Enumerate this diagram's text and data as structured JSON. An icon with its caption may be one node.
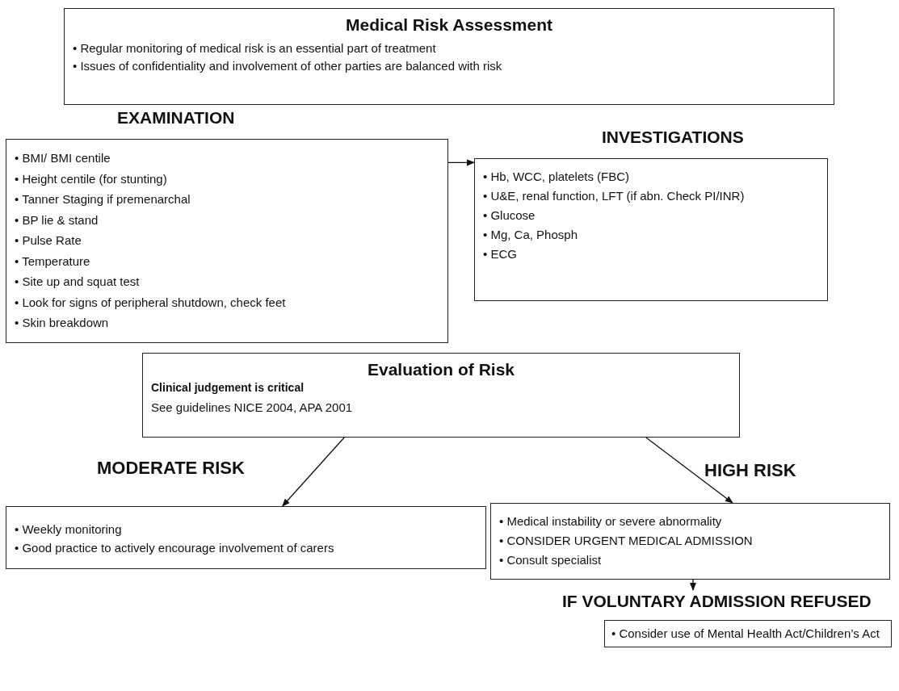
{
  "diagram": {
    "nodes": [
      {
        "text": [
          "Medical Risk Assessment",
          "• Regular monitoring of medical risk is an essential part of treatment",
          "• Issues of confidentiality and involvement of other parties are balanced with risk"
        ]
      },
      {
        "text": [
          "EXAMINATION",
          "• BMI/ BMI centile",
          "• Height centile (for stunting)",
          "• Tanner Staging if premenarchal",
          "• BP lie & stand",
          "• Pulse Rate",
          "• Temperature",
          "• Site up and squat test",
          "• Look for signs of peripheral shutdown, check feet",
          "• Skin breakdown"
        ]
      },
      {
        "text": [
          "INVESTIGATIONS",
          "• Hb, WCC, platelets (FBC)",
          "• U&E, renal function, LFT (if abn. Check PI/INR)",
          "• Glucose",
          "• Mg, Ca, Phosph",
          "• ECG"
        ]
      },
      {
        "text": [
          "Evaluation of Risk",
          "Clinical judgement is critical",
          "See guidelines NICE 2004, APA 2001"
        ]
      },
      {
        "text": [
          "• Weekly monitoring",
          "• Good practice to actively encourage involvement of carers"
        ]
      },
      {
        "text": [
          "• Medical instability or severe abnormality",
          "• CONSIDER URGENT MEDICAL ADMISSION",
          "• Consult specialist"
        ]
      },
      {
        "text": [
          "IF VOLUNTARY ADMISSION REFUSED",
          "• Consider use of Mental Health Act/Children’s Act"
        ]
      }
    ],
    "edges": [
      {
        "from": 1,
        "to": 2,
        "arrow": "to"
      },
      {
        "from": 3,
        "to": 4,
        "arrow": "to",
        "label": "MODERATE RISK"
      },
      {
        "from": 3,
        "to": 5,
        "arrow": "to",
        "label": "HIGH RISK"
      },
      {
        "from": 5,
        "to": 6,
        "arrow": "to"
      }
    ]
  }
}
